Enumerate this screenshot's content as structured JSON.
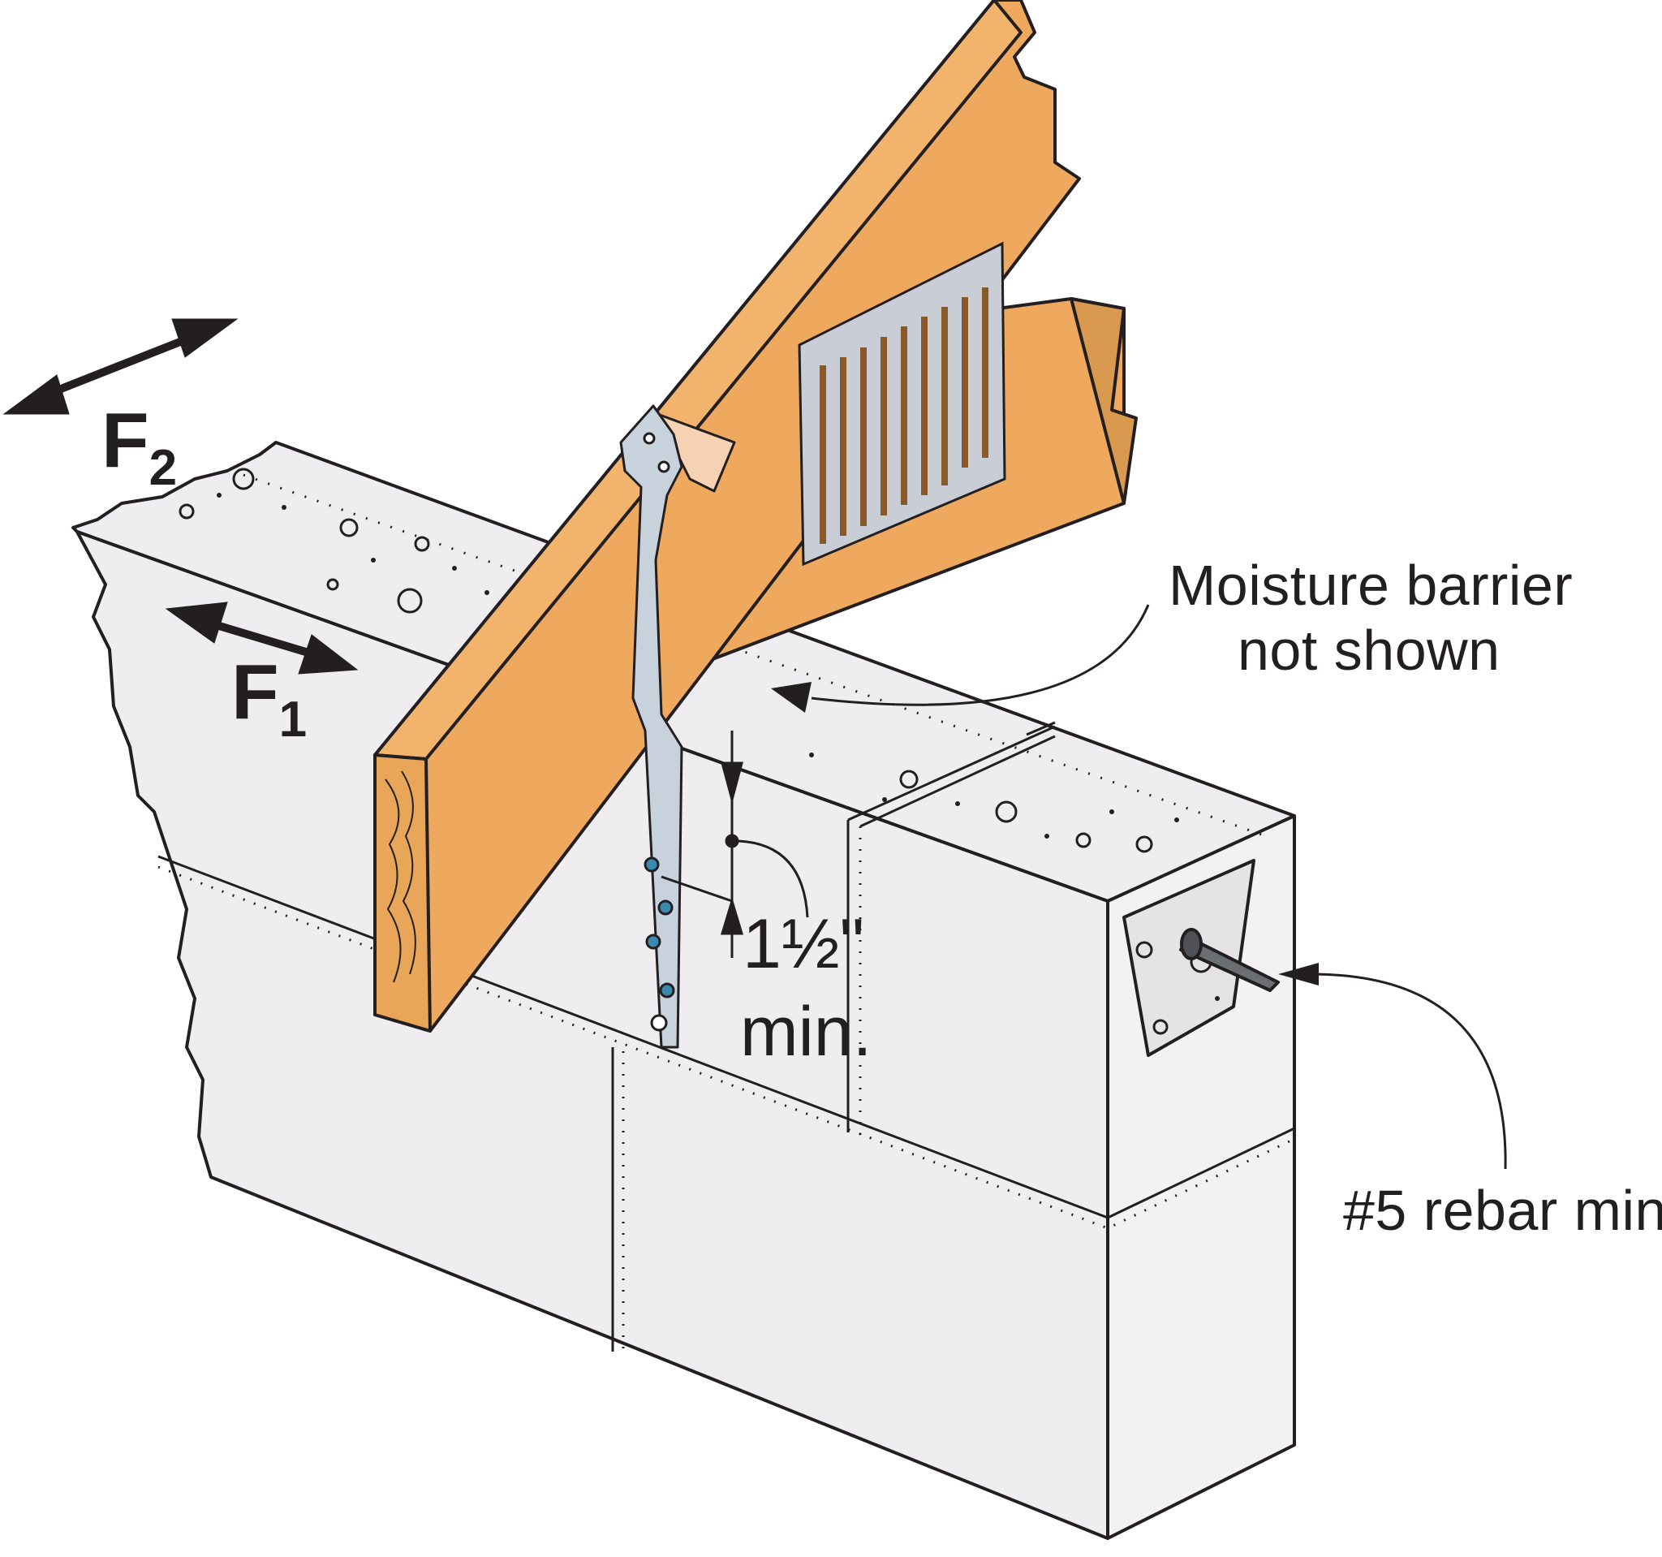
{
  "colors": {
    "wood": "#EEA95E",
    "wood_dark": "#D99A50",
    "block": "#EFEDF0",
    "block_shadow": "#E2DFE4",
    "steel": "#C7D2DC",
    "truss_plate": "#C9CED6",
    "line": "#231F20",
    "pad": "#F6D2B4"
  },
  "labels": {
    "moisture_line1": "Moisture barrier",
    "moisture_line2": "not shown",
    "rebar": "#5 rebar min.",
    "dimension_value": "1½\"",
    "dimension_unit": "min.",
    "force1_letter": "F",
    "force1_sub": "1",
    "force2_letter": "F",
    "force2_sub": "2"
  }
}
